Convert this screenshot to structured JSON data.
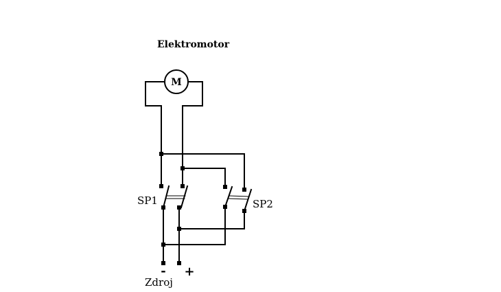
{
  "title": "Elektromotor",
  "motor": {
    "symbol": "M"
  },
  "switches": [
    {
      "id": "sp1",
      "label": "SP1"
    },
    {
      "id": "sp2",
      "label": "SP2"
    }
  ],
  "source": {
    "label": "Zdroj",
    "minus": "-",
    "plus": "+"
  },
  "colors": {
    "wire": "#000000",
    "background": "#ffffff"
  }
}
